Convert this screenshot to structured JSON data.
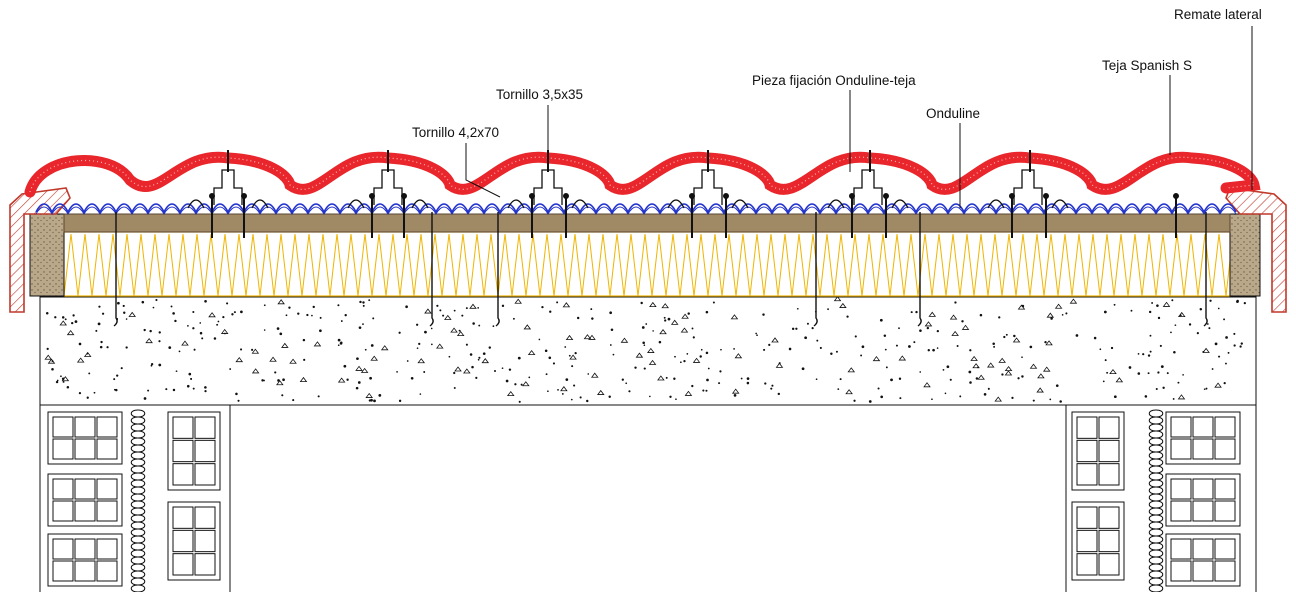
{
  "labels": {
    "remate_lateral": "Remate lateral",
    "teja_spanish_s": "Teja Spanish S",
    "pieza_fijacion": "Pieza fijación Onduline-teja",
    "tornillo_35": "Tornillo 3,5x35",
    "onduline": "Onduline",
    "tornillo_42": "Tornillo 4,2x70"
  },
  "colors": {
    "tile": "#e8262b",
    "onduline": "#2233cc",
    "insulation": "#f0b400",
    "timber": "#8b7355",
    "hatch": "#c0392b",
    "line": "#111111"
  }
}
